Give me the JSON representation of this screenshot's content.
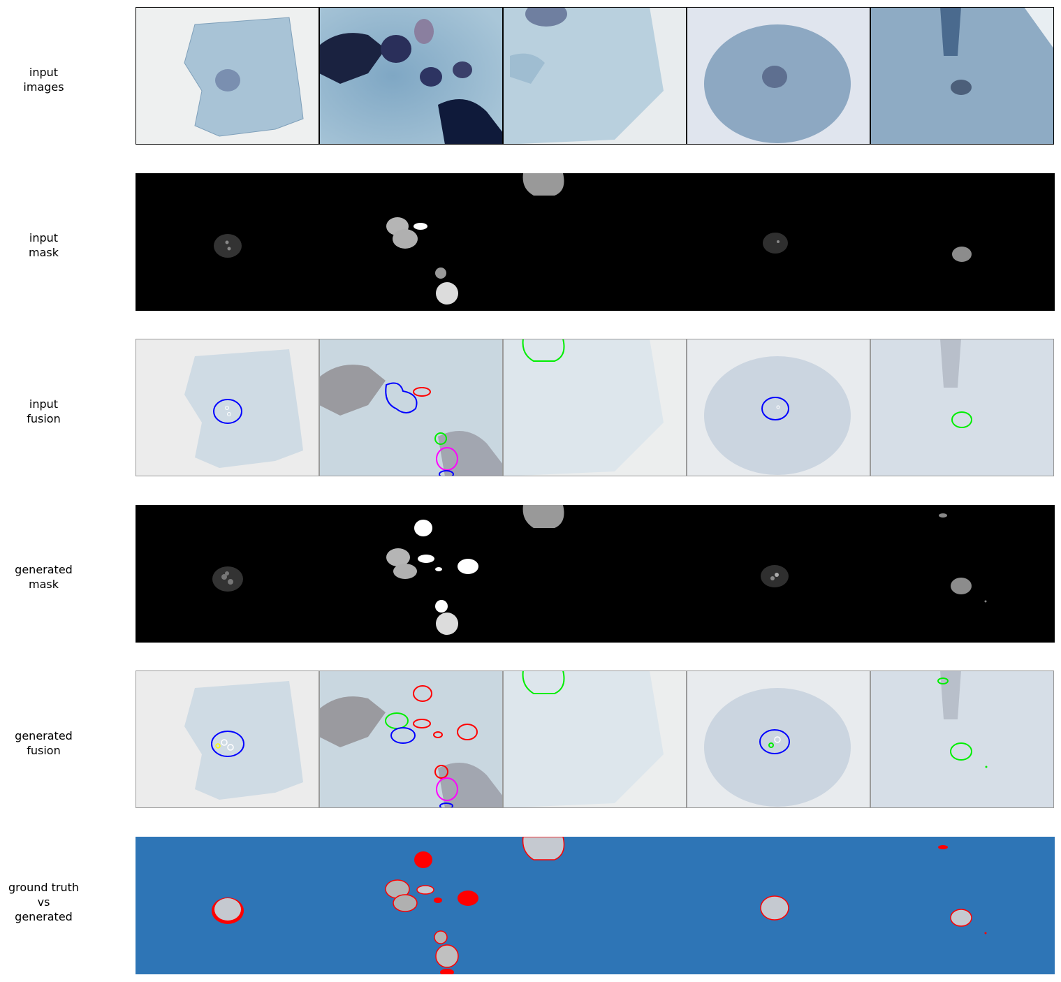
{
  "figure": {
    "rows": [
      {
        "key": "input_images",
        "label": "input\nimages"
      },
      {
        "key": "input_mask",
        "label": "input\nmask"
      },
      {
        "key": "input_fusion",
        "label": "input\nfusion"
      },
      {
        "key": "generated_mask",
        "label": "generated\nmask"
      },
      {
        "key": "generated_fusion",
        "label": "generated\nfusion"
      },
      {
        "key": "gt_vs_generated",
        "label": "ground truth\nvs\ngenerated"
      }
    ],
    "columns": 5,
    "colors": {
      "background_panel": "#2e75b6",
      "mismatch": "#ff0000",
      "contour_blue": "#0000ff",
      "contour_red": "#ff0000",
      "contour_green": "#00ee00",
      "contour_magenta": "#ff00ff",
      "contour_yellow": "#ffff00",
      "stain_blue": "#8fb0c8",
      "mask_black": "#000000"
    }
  }
}
